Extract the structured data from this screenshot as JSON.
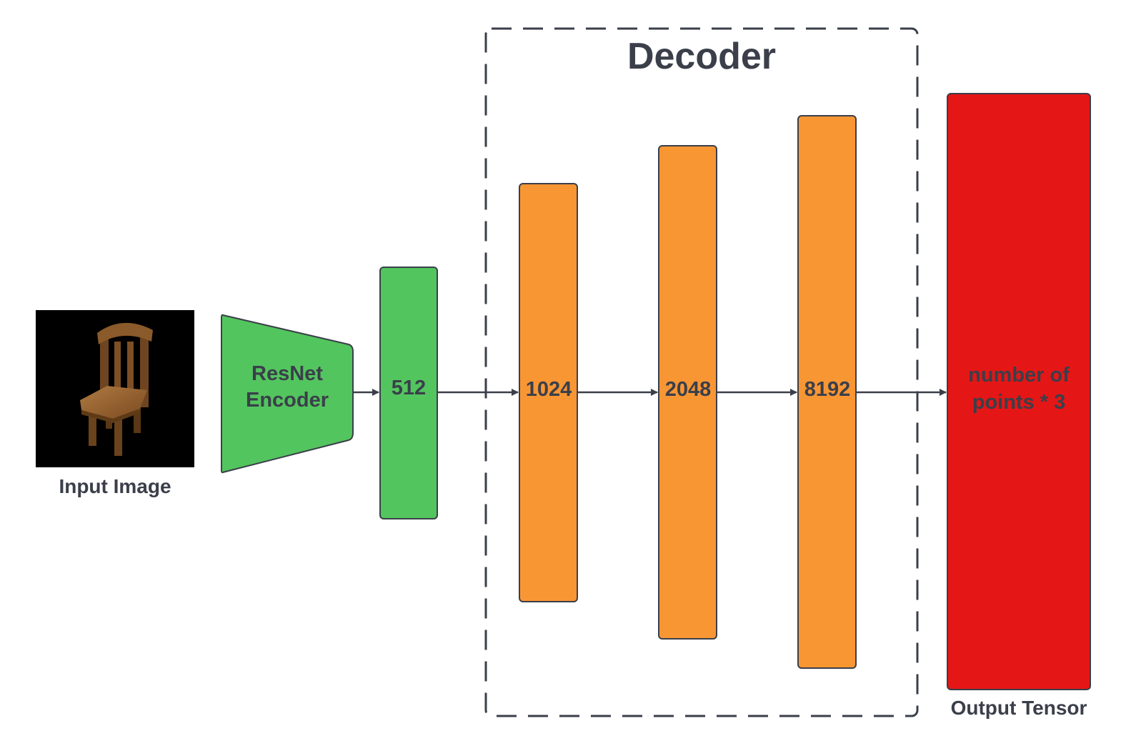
{
  "decoder_title": "Decoder",
  "input_label": "Input Image",
  "encoder_label_line1": "ResNet",
  "encoder_label_line2": "Encoder",
  "latent_label": "512",
  "layer1_label": "1024",
  "layer2_label": "2048",
  "layer3_label": "8192",
  "output_label_line1": "number of",
  "output_label_line2": "points * 3",
  "output_caption": "Output Tensor",
  "colors": {
    "green": "#53c55e",
    "orange": "#f99634",
    "red": "#e51616",
    "outline": "#3a3f4a",
    "text": "#3a3f4a",
    "image_bg": "#000000",
    "chair_wood": "#8b5a2b"
  },
  "icons": [
    "chair-image"
  ]
}
